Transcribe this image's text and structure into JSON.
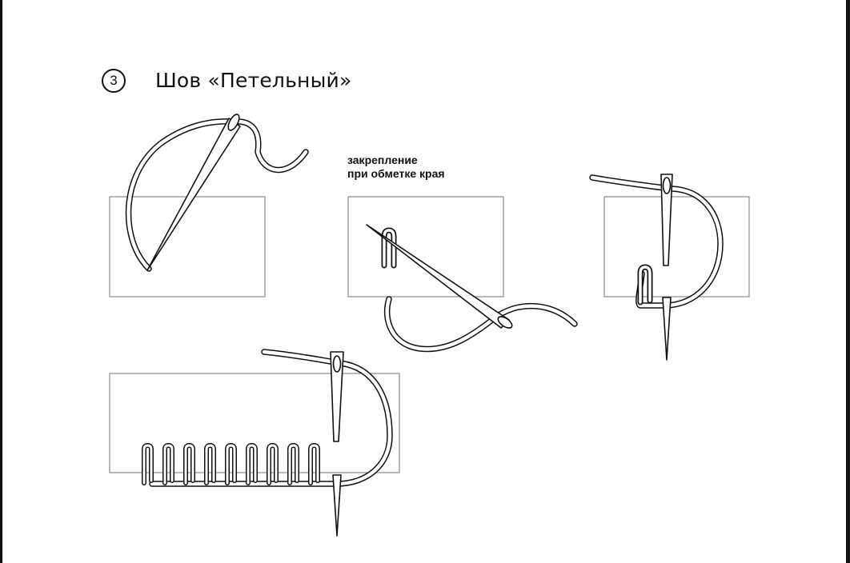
{
  "step": {
    "number": "3",
    "title": "Шов «Петельный»"
  },
  "caption": {
    "line1": "закрепление",
    "line2": "при обметке края"
  },
  "colors": {
    "ink": "#111111",
    "fabric_outline": "#8a8a8a",
    "background": "#ffffff"
  }
}
